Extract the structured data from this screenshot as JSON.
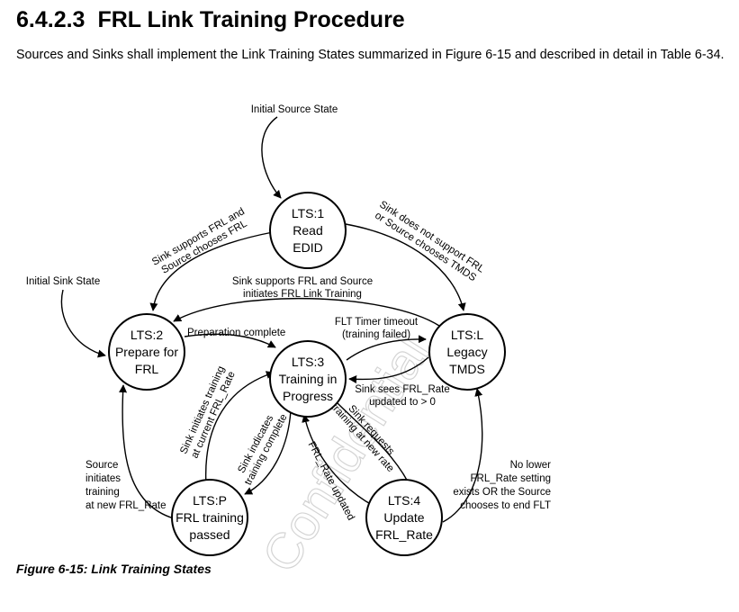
{
  "section": {
    "number": "6.4.2.3",
    "title": "FRL Link Training Procedure",
    "intro": "Sources and Sinks shall implement the Link Training States summarized in Figure 6-15 and described in detail in Table 6-34."
  },
  "diagram": {
    "initial_source": "Initial Source State",
    "initial_sink": "Initial Sink State",
    "states": {
      "lts1": [
        "LTS:1",
        "Read",
        "EDID"
      ],
      "lts2": [
        "LTS:2",
        "Prepare for",
        "FRL"
      ],
      "lts3": [
        "LTS:3",
        "Training in",
        "Progress"
      ],
      "ltsl": [
        "LTS:L",
        "Legacy",
        "TMDS"
      ],
      "ltsp": [
        "LTS:P",
        "FRL training",
        "passed"
      ],
      "lts4": [
        "LTS:4",
        "Update",
        "FRL_Rate"
      ]
    },
    "transitions": {
      "t12": [
        "Sink supports FRL and",
        "Source chooses FRL"
      ],
      "t1l": [
        "Sink does not support FRL",
        "or Source chooses TMDS"
      ],
      "tl2": [
        "Sink supports FRL and Source",
        "initiates FRL Link Training"
      ],
      "t23": [
        "Preparation complete"
      ],
      "t3l": [
        "FLT Timer timeout",
        "(training failed)"
      ],
      "tl3": [
        "Sink sees FRL_Rate",
        "updated to > 0"
      ],
      "tp3": [
        "Sink initiates training",
        "at current FRL_Rate"
      ],
      "t3p": [
        "Sink indicates",
        "training complete"
      ],
      "t34": [
        "Sink requests",
        "training at new rate"
      ],
      "t43": [
        "FRL_Rate updated"
      ],
      "tp2": [
        "Source",
        "initiates",
        "training",
        "at new FRL_Rate"
      ],
      "t4l": [
        "No lower",
        "FRL_Rate setting",
        "exists OR the Source",
        "chooses to end FLT"
      ]
    },
    "watermark": "Confidential"
  },
  "caption": "Figure 6-15: Link Training States"
}
